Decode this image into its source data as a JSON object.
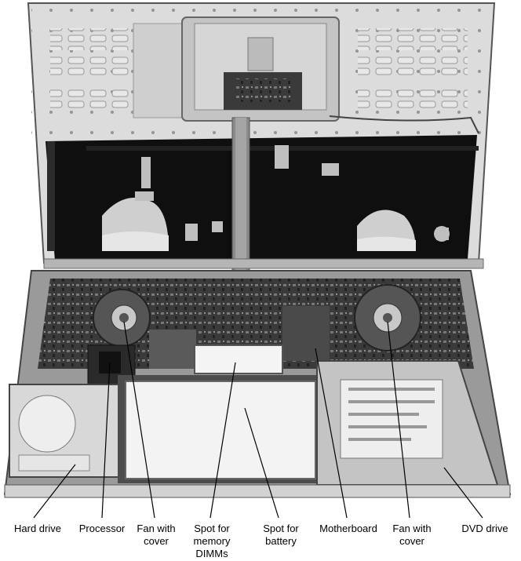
{
  "labels": {
    "hard_drive": "Hard drive",
    "processor": "Processor",
    "fan_left": [
      "Fan with",
      "cover"
    ],
    "memory": [
      "Spot for",
      "memory",
      "DIMMs"
    ],
    "battery": [
      "Spot for",
      "battery"
    ],
    "motherboard": "Motherboard",
    "fan_right": [
      "Fan with",
      "cover"
    ],
    "dvd_drive": "DVD drive"
  }
}
